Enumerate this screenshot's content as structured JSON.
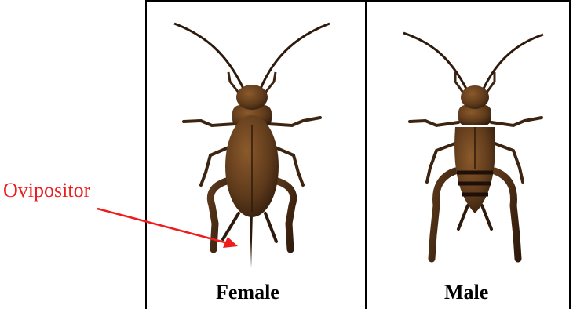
{
  "figure": {
    "panels": [
      {
        "label": "Female"
      },
      {
        "label": "Male"
      }
    ],
    "annotation": {
      "text": "Ovipositor",
      "color": "#ee1c1c"
    }
  },
  "colors": {
    "border": "#000000",
    "body_light": "#8b5a2b",
    "body_mid": "#5e3a1b",
    "body_dark": "#2e1a0c"
  }
}
